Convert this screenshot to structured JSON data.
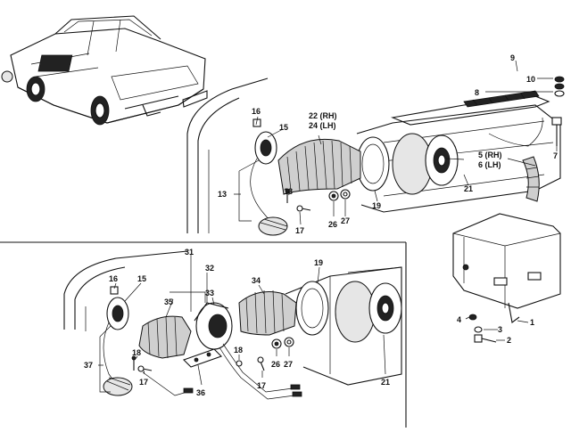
{
  "callouts": {
    "c1": "1",
    "c2": "2",
    "c3": "3",
    "c4": "4",
    "c5": "5 (RH)",
    "c6": "6 (LH)",
    "c7": "7",
    "c8": "8",
    "c9": "9",
    "c10": "10",
    "c13": "13",
    "c15a": "15",
    "c16a": "16",
    "c17a": "17",
    "c18a": "18",
    "c19a": "19",
    "c21a": "21",
    "c22": "22 (RH)",
    "c24": "24 (LH)",
    "c26a": "26",
    "c27a": "27",
    "c15b": "15",
    "c16b": "16",
    "c17b": "17",
    "c17c": "17",
    "c18b": "18",
    "c18c": "18",
    "c19b": "19",
    "c21b": "21",
    "c26b": "26",
    "c27b": "27",
    "c31": "31",
    "c32": "32",
    "c33": "33",
    "c34": "34",
    "c35": "35",
    "c36": "36",
    "c37": "37"
  }
}
